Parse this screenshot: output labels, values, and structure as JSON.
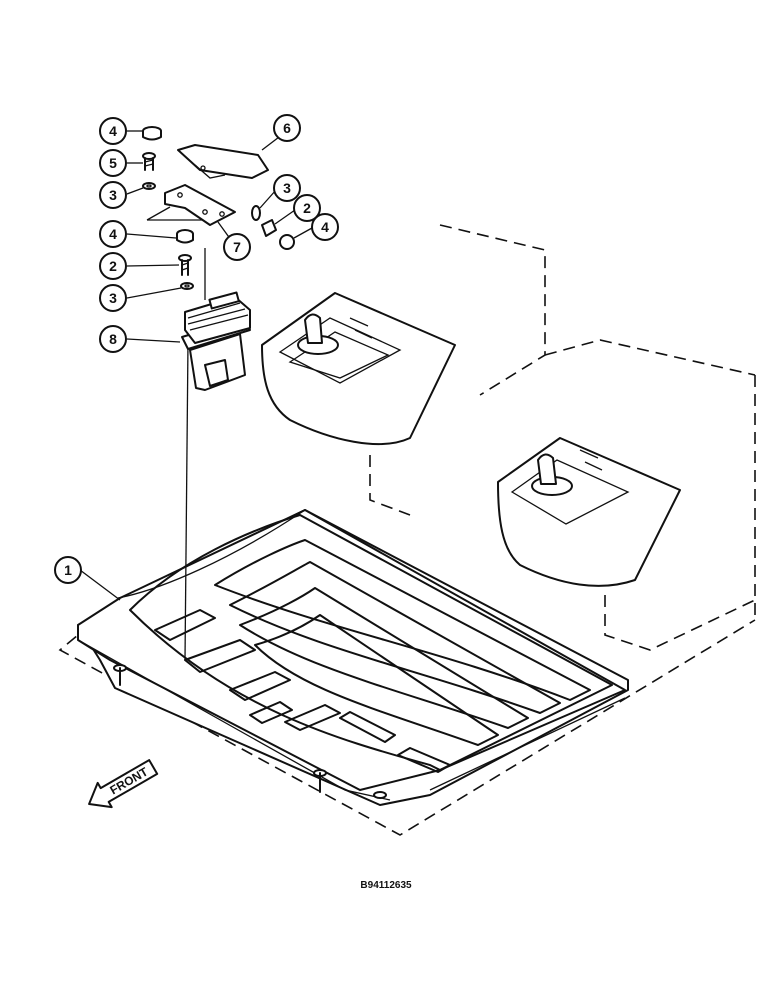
{
  "figure": {
    "drawing_code": "B94112635",
    "front_label": "FRONT"
  },
  "callouts": [
    {
      "id": "c1",
      "number": "1",
      "part": "floor-plate"
    },
    {
      "id": "c2a",
      "number": "2",
      "part": "bolt"
    },
    {
      "id": "c2b",
      "number": "2",
      "part": "bolt"
    },
    {
      "id": "c3a",
      "number": "3",
      "part": "washer"
    },
    {
      "id": "c3b",
      "number": "3",
      "part": "washer"
    },
    {
      "id": "c3c",
      "number": "3",
      "part": "washer"
    },
    {
      "id": "c4a",
      "number": "4",
      "part": "cap"
    },
    {
      "id": "c4b",
      "number": "4",
      "part": "cap"
    },
    {
      "id": "c4c",
      "number": "4",
      "part": "cap"
    },
    {
      "id": "c5",
      "number": "5",
      "part": "bolt"
    },
    {
      "id": "c6",
      "number": "6",
      "part": "pedal-cover"
    },
    {
      "id": "c7",
      "number": "7",
      "part": "bracket"
    },
    {
      "id": "c8",
      "number": "8",
      "part": "pedal-valve"
    }
  ]
}
